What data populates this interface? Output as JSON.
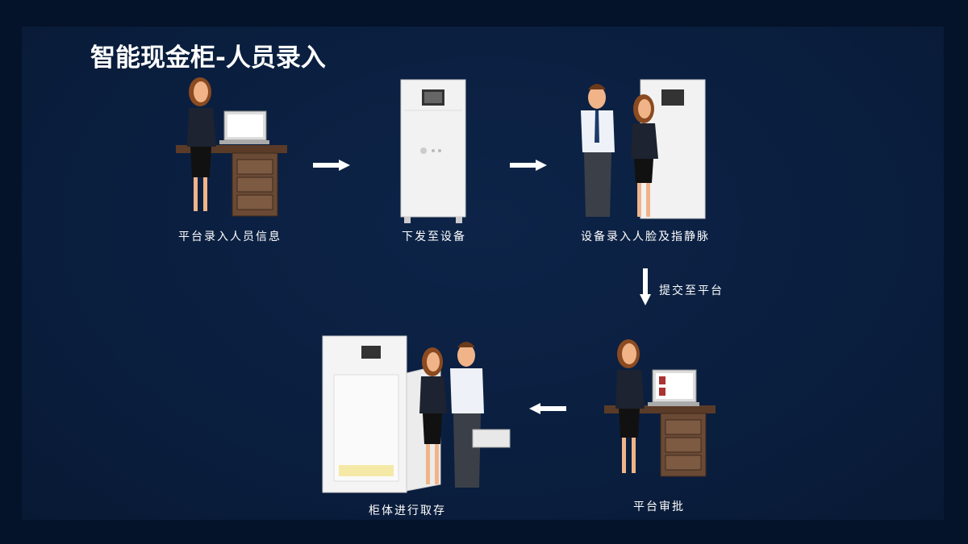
{
  "title": "智能现金柜-人员录入",
  "steps": [
    {
      "label": "平台录入人员信息"
    },
    {
      "label": "下发至设备"
    },
    {
      "label": "设备录入人脸及指静脉"
    },
    {
      "label": "平台审批"
    },
    {
      "label": "柜体进行取存"
    }
  ],
  "connectors": {
    "submit_label": "提交至平台"
  },
  "colors": {
    "background": "#0a1e3e",
    "text": "#ffffff",
    "desk": "#6b4a35",
    "cabinet": "#f2f2f2"
  }
}
